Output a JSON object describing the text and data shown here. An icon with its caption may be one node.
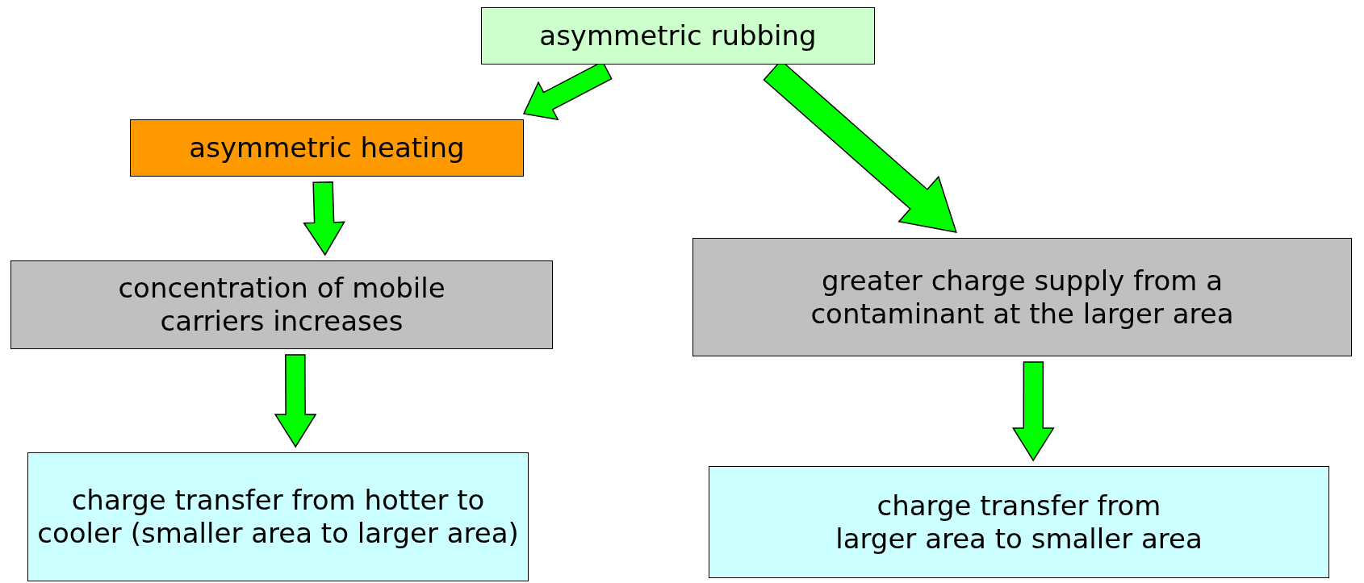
{
  "diagram": {
    "nodes": [
      {
        "text": [
          "asymmetric rubbing"
        ]
      },
      {
        "text": [
          "asymmetric heating"
        ]
      },
      {
        "text": [
          "concentration of mobile carriers increases"
        ]
      },
      {
        "text": [
          "charge transfer from hotter to cooler (smaller area to larger area)"
        ]
      },
      {
        "text": [
          "greater charge supply from a contaminant at the larger area"
        ]
      },
      {
        "text": [
          "charge transfer from larger area to smaller area"
        ]
      }
    ],
    "edges": [
      {
        "from": 0,
        "to": 1,
        "arrow": "to"
      },
      {
        "from": 0,
        "to": 4,
        "arrow": "to"
      },
      {
        "from": 1,
        "to": 2,
        "arrow": "to"
      },
      {
        "from": 2,
        "to": 3,
        "arrow": "to"
      },
      {
        "from": 4,
        "to": 5,
        "arrow": "to"
      }
    ]
  }
}
